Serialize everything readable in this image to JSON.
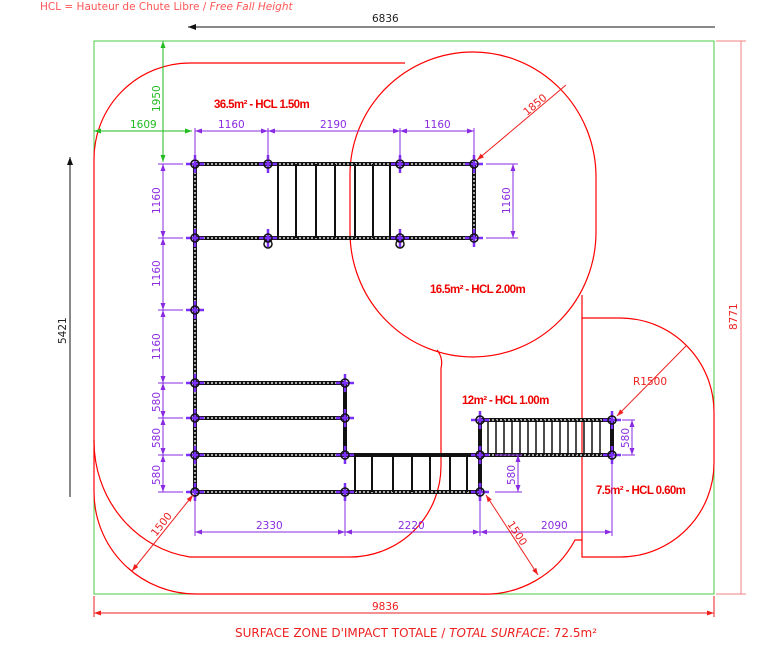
{
  "legend": {
    "prefix": "HCL = Hauteur de Chute Libre /",
    "english": "Free Fall Height"
  },
  "zones": [
    {
      "label": "36.5m² - HCL 1.50m"
    },
    {
      "label": "16.5m² - HCL 2.00m"
    },
    {
      "label": "12m² - HCL 1.00m"
    },
    {
      "label": "7.5m² - HCL 0.60m"
    }
  ],
  "overall_dimensions": {
    "top": "6836",
    "left": "5421",
    "right": "8771",
    "bottom": "9836"
  },
  "green_dimensions": {
    "offset_x": "1609",
    "offset_y": "1950"
  },
  "purple_dimensions": {
    "top": [
      "1160",
      "2190",
      "1160"
    ],
    "left": [
      "1160",
      "1160",
      "1160",
      "580",
      "580",
      "580"
    ],
    "right_top": "1160",
    "bottom": [
      "2330",
      "2220",
      "2090"
    ],
    "middle_580": "580",
    "right_580": "580"
  },
  "red_dimensions": {
    "radius_circle": "1850",
    "radius_small": "R1500",
    "left_clearance": "1500",
    "bottom_clearance": "1500"
  },
  "footer": {
    "prefix": "SURFACE ZONE D'IMPACT TOTALE /",
    "english": "TOTAL SURFACE",
    "value": ": 72.5m²"
  },
  "colors": {
    "zone": "#ff0000",
    "dimension": "#8a2be2",
    "boundary": "#22bb22"
  }
}
